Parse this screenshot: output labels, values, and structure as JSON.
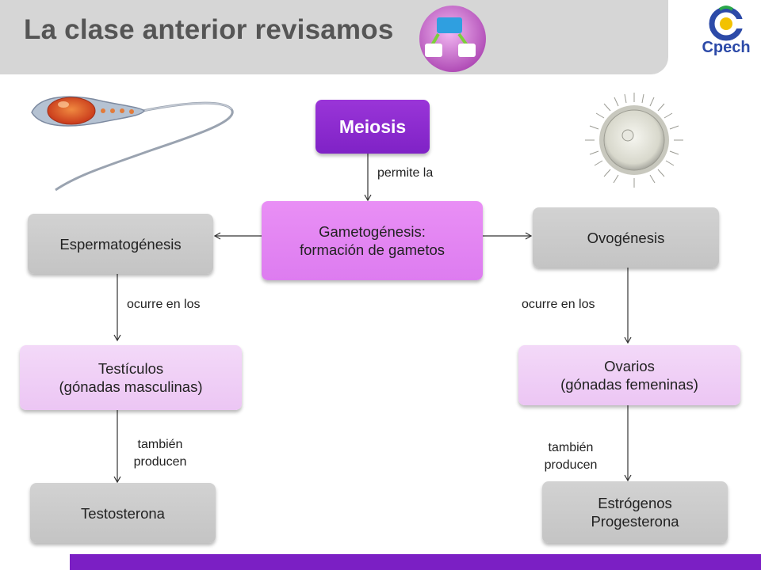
{
  "header": {
    "title": "La clase anterior revisamos"
  },
  "logo": {
    "text": "Cpech"
  },
  "nodes": {
    "meiosis": "Meiosis",
    "gametogenesis": [
      "Gametogénesis:",
      "formación de gametos"
    ],
    "espermatogenesis": "Espermatogénesis",
    "ovogenesis": "Ovogénesis",
    "testiculos": [
      "Testículos",
      "(gónadas masculinas)"
    ],
    "ovarios": [
      "Ovarios",
      "(gónadas femeninas)"
    ],
    "testosterona": "Testosterona",
    "estrogenos": [
      "Estrógenos",
      "Progesterona"
    ]
  },
  "edges": {
    "permite": "permite la",
    "ocurre_left": "ocurre en los",
    "ocurre_right": "ocurre en los",
    "tambien_left": [
      "también",
      "producen"
    ],
    "tambien_right": [
      "también",
      "producen"
    ]
  },
  "colors": {
    "title_bar": "#d6d6d6",
    "purple": "#8a2bd0",
    "pink": "#e486f3",
    "light_pink": "#f0d0f6",
    "gray": "#c9c9c9",
    "bottom_bar": "#7b1fc4"
  },
  "icons": [
    "concept-map-icon",
    "sperm-cell-image",
    "egg-cell-image",
    "cpech-logo"
  ]
}
